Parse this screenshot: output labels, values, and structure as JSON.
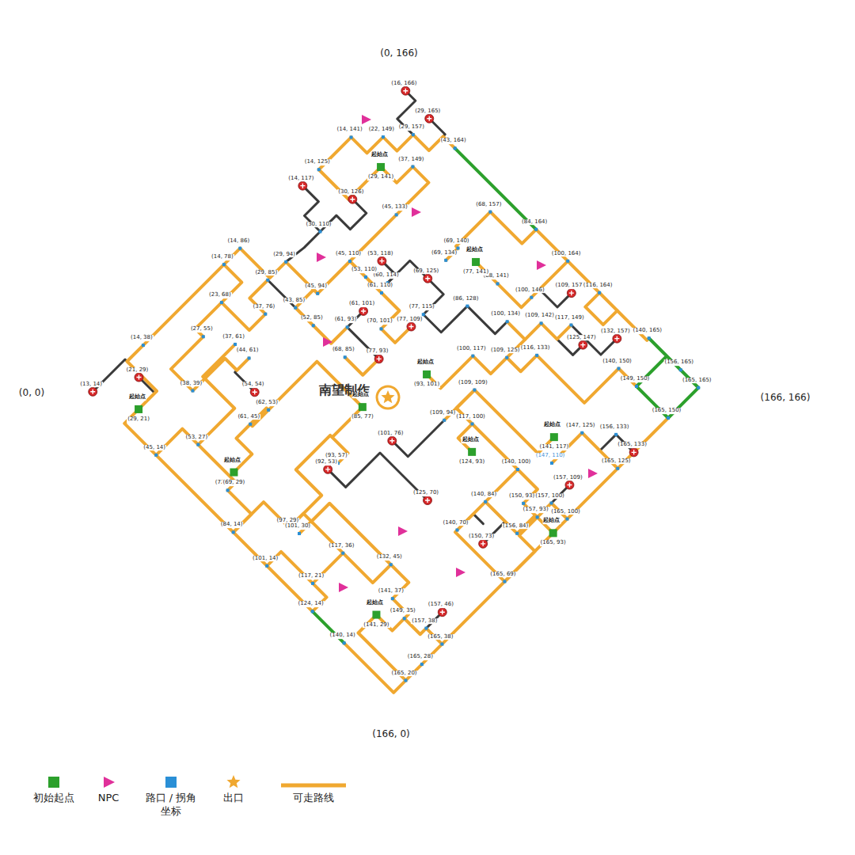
{
  "diagram": {
    "labels": [
      "(0, 166)",
      "(0, 0)",
      "(166, 166)",
      "(166, 0)",
      "南望制作",
      "(16, 166)",
      "(14, 141)",
      "(22, 149)",
      "(29, 157)",
      "(29, 165)",
      "(43, 164)",
      "(14, 125)",
      "(37, 149)",
      "(14, 117)",
      "(30, 126)",
      "(45, 133)",
      "(30, 110)",
      "(60, 114)",
      "(69, 140)",
      "(68, 157)",
      "(84, 164)",
      "(53, 118)",
      "(45, 110)",
      "(29, 94)",
      "(14, 86)",
      "(14, 78)",
      "(29, 85)",
      "(69, 134)",
      "(100, 164)",
      "(53, 110)",
      "(61, 110)",
      "(69, 125)",
      "(88, 141)",
      "(100, 146)",
      "(109, 157)",
      "(116, 164)",
      "(23, 68)",
      "(37, 76)",
      "(45, 94)",
      "(43, 85)",
      "(52, 85)",
      "(61, 101)",
      "(61, 93)",
      "(77, 93)",
      "(86, 128)",
      "(77, 115)",
      "(77, 109)",
      "(70, 101)",
      "(100, 134)",
      "(109, 142)",
      "(117, 149)",
      "(132, 157)",
      "(125, 147)",
      "(140, 165)",
      "(14, 38)",
      "(27, 55)",
      "(37, 61)",
      "(44, 61)",
      "(54, 54)",
      "(68, 85)",
      "(116, 133)",
      "(109, 125)",
      "(100, 117)",
      "(140, 150)",
      "(156, 165)",
      "(149, 150)",
      "(165, 165)",
      "(13, 14)",
      "(21, 29)",
      "(38, 39)",
      "(109, 109)",
      "(109, 94)",
      "(62, 53)",
      "(165, 150)",
      "(147, 125)",
      "(147, 110)",
      "(156, 133)",
      "(165, 133)",
      "(117, 100)",
      "(101, 76)",
      "(45, 14)",
      "(53, 27)",
      "(61, 45)",
      "(72, 23)",
      "(92, 53)",
      "(93, 57)",
      "(125, 70)",
      "(140, 100)",
      "(157, 109)",
      "(165, 125)",
      "(157, 100)",
      "(165, 100)",
      "(150, 93)",
      "(157, 93)",
      "(140, 84)",
      "(156, 84)",
      "(97, 29)",
      "(84, 14)",
      "(101, 30)",
      "(117, 36)",
      "(140, 70)",
      "(150, 73)",
      "(132, 45)",
      "(101, 14)",
      "(117, 21)",
      "(141, 37)",
      "(124, 14)",
      "(157, 46)",
      "(157, 38)",
      "(165, 38)",
      "(140, 14)",
      "(149, 35)",
      "(165, 28)",
      "(165, 20)",
      "(165, 69)",
      "起始点",
      "(29, 141)",
      "起始点",
      "(77, 141)",
      "起始点",
      "(93, 101)",
      "起始点",
      "(85, 77)",
      "起始点",
      "(29, 21)",
      "起始点",
      "(69, 29)",
      "起始点",
      "(124, 93)",
      "起始点",
      "(141, 117)",
      "起始点",
      "(165, 93)",
      "起始点",
      "(141, 29)"
    ],
    "legend": [
      {
        "text": "初始起点",
        "color": "#2ca02c"
      },
      {
        "text": "NPC"
      },
      {
        "text": "路口 / 拐角 坐标",
        "color": "#2a8fd6"
      },
      {
        "text": "出口"
      },
      {
        "text": "可走路线"
      }
    ]
  }
}
